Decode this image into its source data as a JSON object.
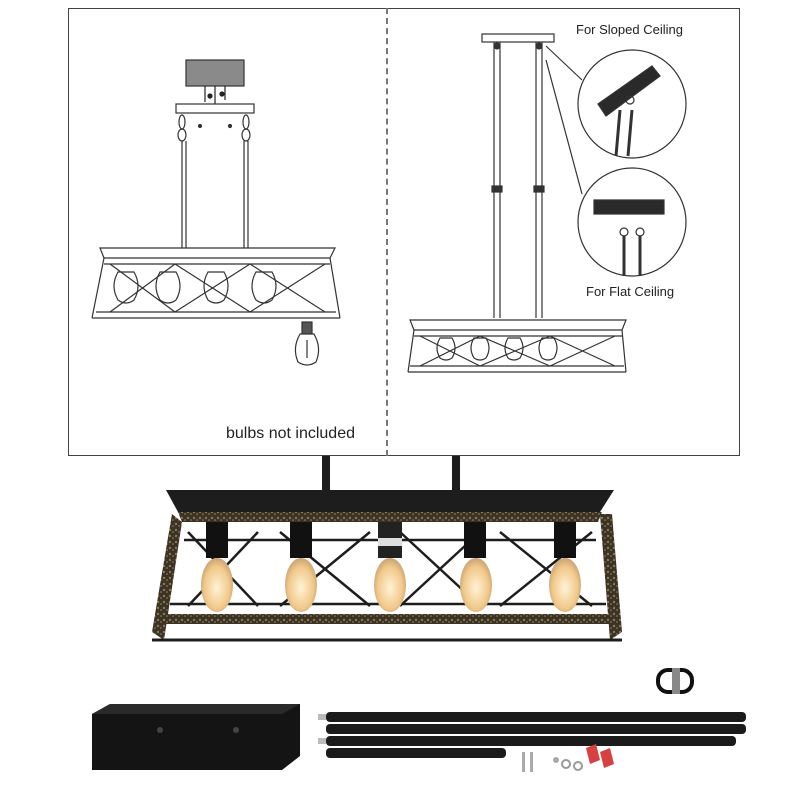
{
  "diagram": {
    "note": "bulbs not included",
    "sloped_label": "For Sloped Ceiling",
    "flat_label": "For Flat Ceiling"
  },
  "colors": {
    "line": "#333333",
    "metal": "#1d1d1d",
    "rust": "#7a6a4a",
    "bulb_glow": "#f3c98a"
  },
  "icons": [
    "lamp-fixture-illustration",
    "ceiling-canopy",
    "bulb",
    "wire-nut",
    "quick-link"
  ]
}
